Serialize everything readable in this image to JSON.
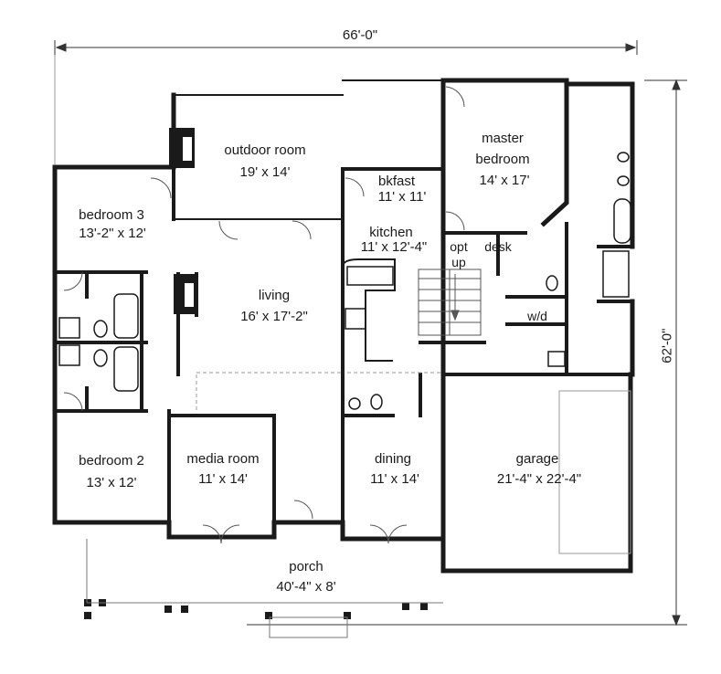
{
  "plan": {
    "overall_width": "66'-0\"",
    "overall_depth": "62'-0\""
  },
  "rooms": {
    "outdoor_room": {
      "name": "outdoor room",
      "size": "19' x 14'"
    },
    "master_bedroom": {
      "name_line1": "master",
      "name_line2": "bedroom",
      "size": "14' x 17'"
    },
    "bkfast": {
      "name": "bkfast",
      "size": "11' x 11'"
    },
    "bedroom3": {
      "name": "bedroom 3",
      "size": "13'-2\" x 12'"
    },
    "kitchen": {
      "name": "kitchen",
      "size": "11' x 12'-4\""
    },
    "opt": "opt",
    "up": "up",
    "desk": "desk",
    "living": {
      "name": "living",
      "size": "16' x 17'-2\""
    },
    "wd": "w/d",
    "bedroom2": {
      "name": "bedroom 2",
      "size": "13' x 12'"
    },
    "media_room": {
      "name": "media room",
      "size": "11' x 14'"
    },
    "dining": {
      "name": "dining",
      "size": "11' x 14'"
    },
    "garage": {
      "name": "garage",
      "size": "21'-4\" x 22'-4\""
    },
    "porch": {
      "name": "porch",
      "size": "40'-4\" x 8'"
    }
  },
  "colors": {
    "wall": "#1a1a1a",
    "background": "#ffffff",
    "dashed": "#999999"
  }
}
